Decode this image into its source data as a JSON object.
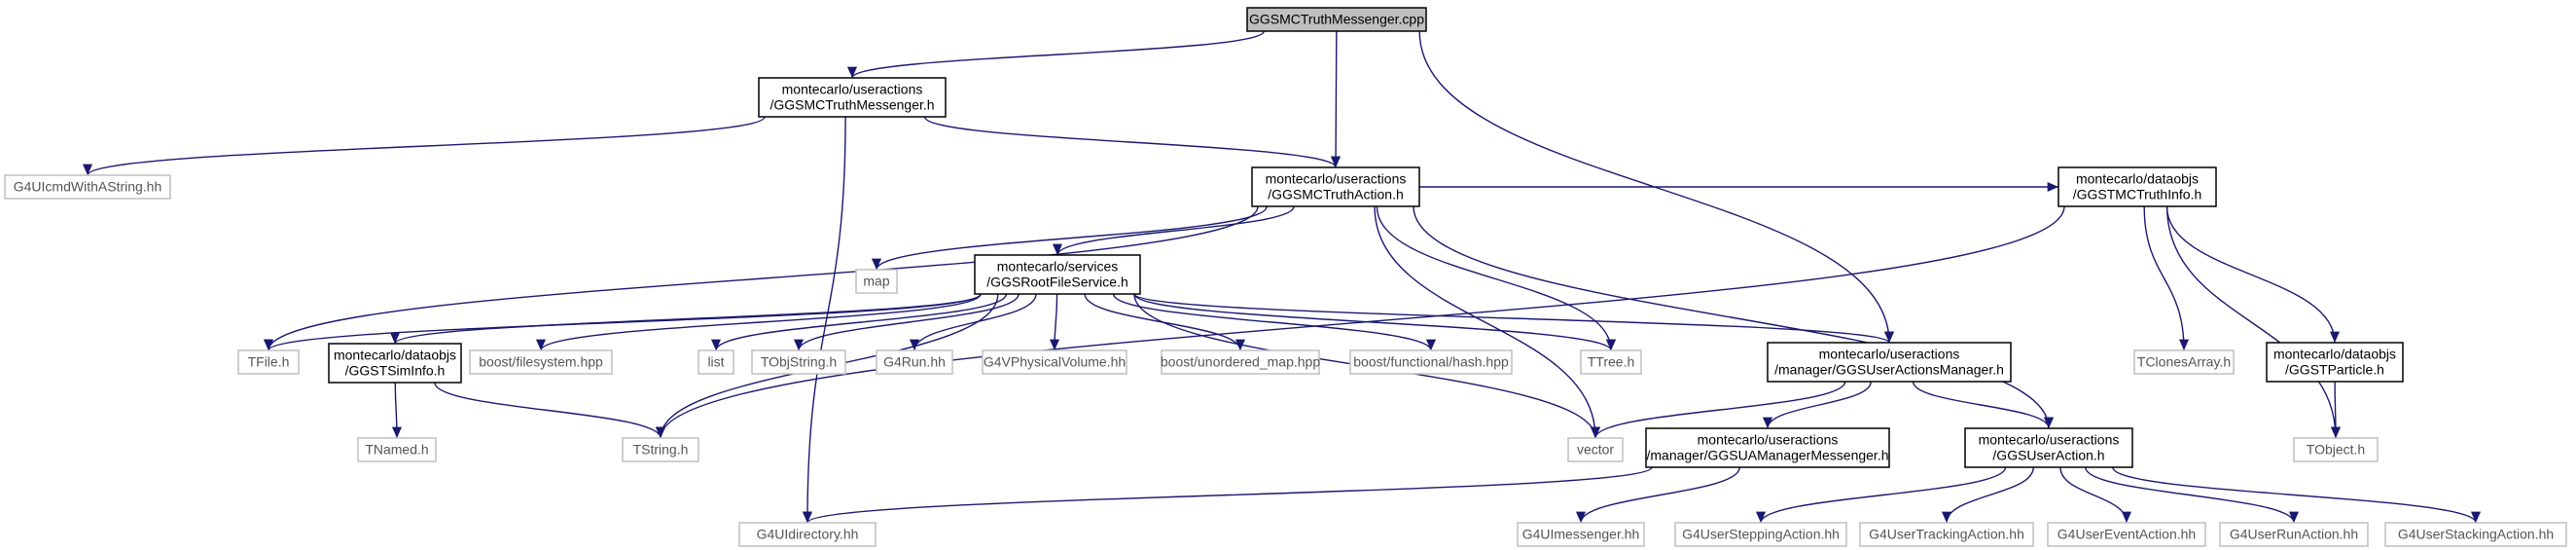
{
  "diagram": {
    "nodes": [
      {
        "id": "root",
        "kind": "root",
        "lines": [
          "GGSMCTruthMessenger.cpp"
        ]
      },
      {
        "id": "messenger_h",
        "kind": "doc",
        "lines": [
          "montecarlo/useractions",
          "/GGSMCTruthMessenger.h"
        ]
      },
      {
        "id": "g4uicmd",
        "kind": "ext",
        "lines": [
          "G4UIcmdWithAString.hh"
        ]
      },
      {
        "id": "action_h",
        "kind": "doc",
        "lines": [
          "montecarlo/useractions",
          "/GGSMCTruthAction.h"
        ]
      },
      {
        "id": "map",
        "kind": "ext",
        "lines": [
          "map"
        ]
      },
      {
        "id": "rootfile",
        "kind": "doc",
        "lines": [
          "montecarlo/services",
          "/GGSRootFileService.h"
        ]
      },
      {
        "id": "tmctruth",
        "kind": "doc",
        "lines": [
          "montecarlo/dataobjs",
          "/GGSTMCTruthInfo.h"
        ]
      },
      {
        "id": "tfile",
        "kind": "ext",
        "lines": [
          "TFile.h"
        ]
      },
      {
        "id": "simInfo",
        "kind": "doc",
        "lines": [
          "montecarlo/dataobjs",
          "/GGSTSimInfo.h"
        ]
      },
      {
        "id": "boostfs",
        "kind": "ext",
        "lines": [
          "boost/filesystem.hpp"
        ]
      },
      {
        "id": "list",
        "kind": "ext",
        "lines": [
          "list"
        ]
      },
      {
        "id": "tobjstring",
        "kind": "ext",
        "lines": [
          "TObjString.h"
        ]
      },
      {
        "id": "g4run",
        "kind": "ext",
        "lines": [
          "G4Run.hh"
        ]
      },
      {
        "id": "g4vphys",
        "kind": "ext",
        "lines": [
          "G4VPhysicalVolume.hh"
        ]
      },
      {
        "id": "boostumap",
        "kind": "ext",
        "lines": [
          "boost/unordered_map.hpp"
        ]
      },
      {
        "id": "boosthash",
        "kind": "ext",
        "lines": [
          "boost/functional/hash.hpp"
        ]
      },
      {
        "id": "ttree",
        "kind": "ext",
        "lines": [
          "TTree.h"
        ]
      },
      {
        "id": "uam",
        "kind": "doc",
        "lines": [
          "montecarlo/useractions",
          "/manager/GGSUserActionsManager.h"
        ]
      },
      {
        "id": "tclones",
        "kind": "ext",
        "lines": [
          "TClonesArray.h"
        ]
      },
      {
        "id": "tparticle",
        "kind": "doc",
        "lines": [
          "montecarlo/dataobjs",
          "/GGSTParticle.h"
        ]
      },
      {
        "id": "tnamed",
        "kind": "ext",
        "lines": [
          "TNamed.h"
        ]
      },
      {
        "id": "tstring",
        "kind": "ext",
        "lines": [
          "TString.h"
        ]
      },
      {
        "id": "vector",
        "kind": "ext",
        "lines": [
          "vector"
        ]
      },
      {
        "id": "uamm",
        "kind": "doc",
        "lines": [
          "montecarlo/useractions",
          "/manager/GGSUAManagerMessenger.h"
        ]
      },
      {
        "id": "useraction",
        "kind": "doc",
        "lines": [
          "montecarlo/useractions",
          "/GGSUserAction.h"
        ]
      },
      {
        "id": "tobject",
        "kind": "ext",
        "lines": [
          "TObject.h"
        ]
      },
      {
        "id": "g4uidir",
        "kind": "ext",
        "lines": [
          "G4UIdirectory.hh"
        ]
      },
      {
        "id": "g4uimess",
        "kind": "ext",
        "lines": [
          "G4UImessenger.hh"
        ]
      },
      {
        "id": "g4step",
        "kind": "ext",
        "lines": [
          "G4UserSteppingAction.hh"
        ]
      },
      {
        "id": "g4track",
        "kind": "ext",
        "lines": [
          "G4UserTrackingAction.hh"
        ]
      },
      {
        "id": "g4event",
        "kind": "ext",
        "lines": [
          "G4UserEventAction.hh"
        ]
      },
      {
        "id": "g4runact",
        "kind": "ext",
        "lines": [
          "G4UserRunAction.hh"
        ]
      },
      {
        "id": "g4stack",
        "kind": "ext",
        "lines": [
          "G4UserStackingAction.hh"
        ]
      }
    ],
    "edges": [
      [
        "root",
        "messenger_h"
      ],
      [
        "root",
        "action_h"
      ],
      [
        "root",
        "uam"
      ],
      [
        "messenger_h",
        "g4uicmd"
      ],
      [
        "messenger_h",
        "action_h"
      ],
      [
        "messenger_h",
        "g4uidir"
      ],
      [
        "action_h",
        "map"
      ],
      [
        "action_h",
        "rootfile"
      ],
      [
        "action_h",
        "tmctruth"
      ],
      [
        "action_h",
        "tfile"
      ],
      [
        "action_h",
        "ttree"
      ],
      [
        "action_h",
        "vector"
      ],
      [
        "action_h",
        "useraction"
      ],
      [
        "rootfile",
        "tfile"
      ],
      [
        "rootfile",
        "simInfo"
      ],
      [
        "rootfile",
        "boostfs"
      ],
      [
        "rootfile",
        "list"
      ],
      [
        "rootfile",
        "tobjstring"
      ],
      [
        "rootfile",
        "g4run"
      ],
      [
        "rootfile",
        "g4vphys"
      ],
      [
        "rootfile",
        "boostumap"
      ],
      [
        "rootfile",
        "boosthash"
      ],
      [
        "rootfile",
        "ttree"
      ],
      [
        "rootfile",
        "uam"
      ],
      [
        "rootfile",
        "tstring"
      ],
      [
        "rootfile",
        "vector"
      ],
      [
        "tmctruth",
        "tstring"
      ],
      [
        "tmctruth",
        "tclones"
      ],
      [
        "tmctruth",
        "tparticle"
      ],
      [
        "tmctruth",
        "tobject"
      ],
      [
        "simInfo",
        "tnamed"
      ],
      [
        "simInfo",
        "tstring"
      ],
      [
        "tparticle",
        "tobject"
      ],
      [
        "uam",
        "vector"
      ],
      [
        "uam",
        "uamm"
      ],
      [
        "uam",
        "useraction"
      ],
      [
        "uamm",
        "g4uidir"
      ],
      [
        "uamm",
        "g4uimess"
      ],
      [
        "useraction",
        "g4step"
      ],
      [
        "useraction",
        "g4track"
      ],
      [
        "useraction",
        "g4event"
      ],
      [
        "useraction",
        "g4runact"
      ],
      [
        "useraction",
        "g4stack"
      ]
    ]
  }
}
